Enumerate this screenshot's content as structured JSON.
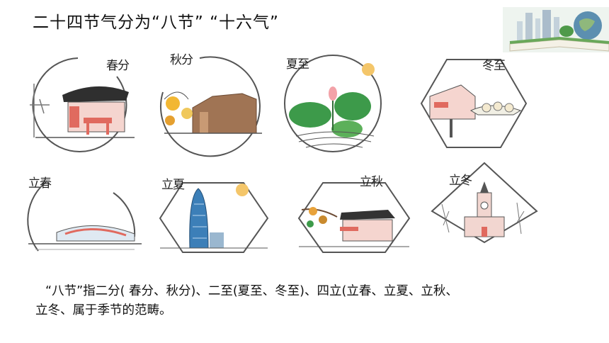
{
  "slide": {
    "title": "二十四节气分为“八节”  “十六气”",
    "caption_line1": "“八节”指二分( 春分、秋分)、二至(夏至、冬至)、四立(立春、立夏、立秋、",
    "caption_line2": "立冬、属于季节的范畴。"
  },
  "tiles": [
    {
      "label": "春分"
    },
    {
      "label": "秋分"
    },
    {
      "label": "夏至"
    },
    {
      "label": "冬至"
    },
    {
      "label": "立春"
    },
    {
      "label": "立夏"
    },
    {
      "label": "立秋"
    },
    {
      "label": "立冬"
    }
  ],
  "colors": {
    "red": "#e06a5f",
    "green": "#3d9a4a",
    "sun": "#f4c66a",
    "outline": "#555555",
    "brown": "#a07454",
    "blue": "#3c7fb8"
  }
}
